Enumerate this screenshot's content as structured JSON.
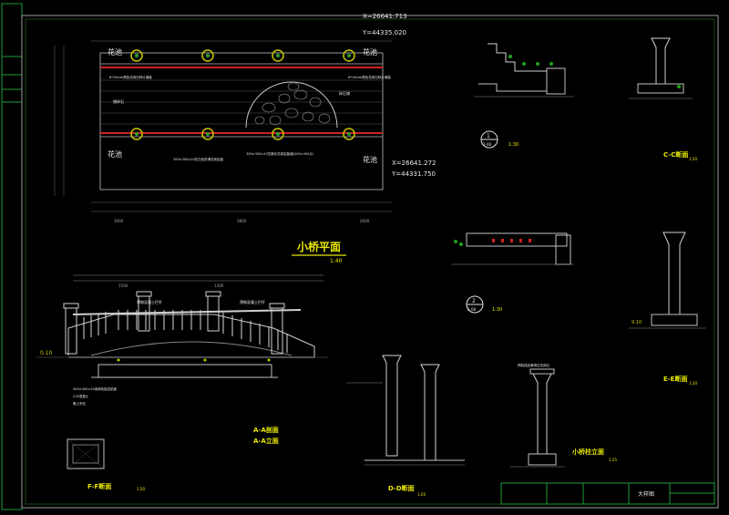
{
  "drawing": {
    "plan_title": "小桥平面",
    "plan_scale": "1:40",
    "coord_top_x": "X=26641.713",
    "coord_top_y": "Y=44335.020",
    "coord_bottom_x": "X=26641.272",
    "coord_bottom_y": "Y=44331.750",
    "flower_bed": "花池",
    "section_aa": "A-A剖面",
    "elevation_aa": "A-A立面",
    "section_ff": "F-F断面",
    "section_dd": "D-D断面",
    "section_cc": "C-C断面",
    "section_ee": "E-E断面",
    "column_elevation": "小桥柱立面",
    "callout_1": "1",
    "callout_sheet": "2-08",
    "callout_2": "2",
    "detail_scale": "1:30",
    "scale_20": "1:20",
    "scale_25": "1:25",
    "elev_010": "0.10",
    "elev_910": "9.10",
    "title_block_name": "大样图",
    "plan_note_1": "6*10mm黑色花岗石碎片铺装",
    "plan_note_2": "6*10mm黑色花岗石碎片铺装",
    "plan_note_3": "300×300×20灰白色防滑花岗岩板",
    "plan_note_4": "300×300×20芝麻灰花岗岩板铺(200×400片)",
    "plan_note_5": "铺碎石",
    "plan_note_6": "碎石铺",
    "elev_note_1": "预制混凝土栏杆",
    "elev_note_2": "预制混凝土栏杆",
    "post_note": "预制成品黄锈石花岗石",
    "sec_note_a": "400×400×20深绿色板岩贴面",
    "sec_note_b": "C20混凝土",
    "sec_note_c": "素土夯实",
    "dim_1": "3000",
    "dim_2": "3800",
    "dim_3": "2600",
    "dim_4": "1500",
    "dim_5": "1300"
  }
}
